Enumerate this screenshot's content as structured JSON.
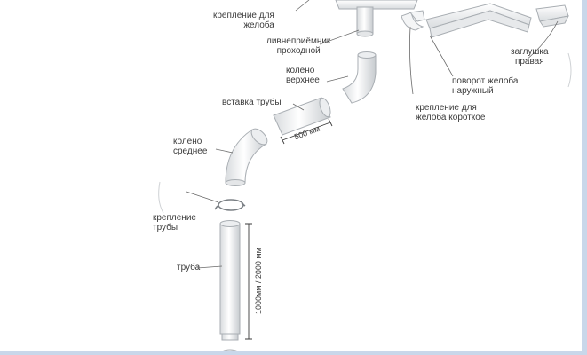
{
  "labels": {
    "gutter_bracket": [
      "крепление для",
      "желоба"
    ],
    "outlet": [
      "ливнеприёмник",
      "проходной"
    ],
    "elbow_top": [
      "колено",
      "верхнее"
    ],
    "pipe_insert": "вставка трубы",
    "elbow_mid": [
      "колено",
      "среднее"
    ],
    "pipe_clamp": [
      "крепление",
      "трубы"
    ],
    "pipe": "труба",
    "short_bracket": [
      "крепление для",
      "желоба короткое"
    ],
    "corner_outer": [
      "поворот желоба",
      "наружный"
    ],
    "end_cap": [
      "заглушка",
      "правая"
    ]
  },
  "dimensions": {
    "insert_length": "500 мм",
    "pipe_length": "1000мм / 2000 мм"
  },
  "colors": {
    "part_fill": "#f4f5f6",
    "part_stroke": "#a9aeb3",
    "leader": "#6a6a6a",
    "frame": "#c9d7ea"
  }
}
